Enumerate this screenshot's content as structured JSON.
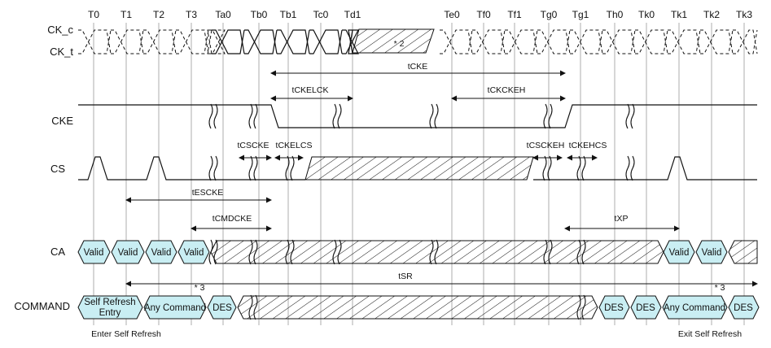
{
  "time_labels": [
    "T0",
    "T1",
    "T2",
    "T3",
    "Ta0",
    "Tb0",
    "Tb1",
    "Tc0",
    "Td1",
    "Te0",
    "Tf0",
    "Tf1",
    "Tg0",
    "Tg1",
    "Th0",
    "Tk0",
    "Tk1",
    "Tk2",
    "Tk3"
  ],
  "signals": {
    "ck_c": "CK_c",
    "ck_t": "CK_t",
    "cke": "CKE",
    "cs": "CS",
    "ca": "CA",
    "command": "COMMAND"
  },
  "params": {
    "tcke": "tCKE",
    "tckelck": "tCKELCK",
    "tckckeh": "tCKCKEH",
    "tcscke": "tCSCKE",
    "tckelcs": "tCKELCS",
    "tcsckeh": "tCSCKEH",
    "tckehcs": "tCKEHCS",
    "tescke": "tESCKE",
    "tcmdcke": "tCMDCKE",
    "txp": "tXP",
    "tsr": "tSR"
  },
  "ca_cells": [
    "Valid",
    "Valid",
    "Valid",
    "Valid",
    "Valid",
    "Valid"
  ],
  "command_cells": {
    "self_refresh_line1": "Self Refresh",
    "self_refresh_line2": "Entry",
    "any_command": "Any Command",
    "des": "DES"
  },
  "notes": {
    "clock_note": "* 2",
    "cmd_note_1": "* 3",
    "cmd_note_2": "* 3"
  },
  "footer": {
    "enter": "Enter Self Refresh",
    "exit": "Exit Self Refresh"
  },
  "colors": {
    "valid_fill": "#c9eef3",
    "line": "#111111",
    "guide": "#9a9a9a"
  }
}
